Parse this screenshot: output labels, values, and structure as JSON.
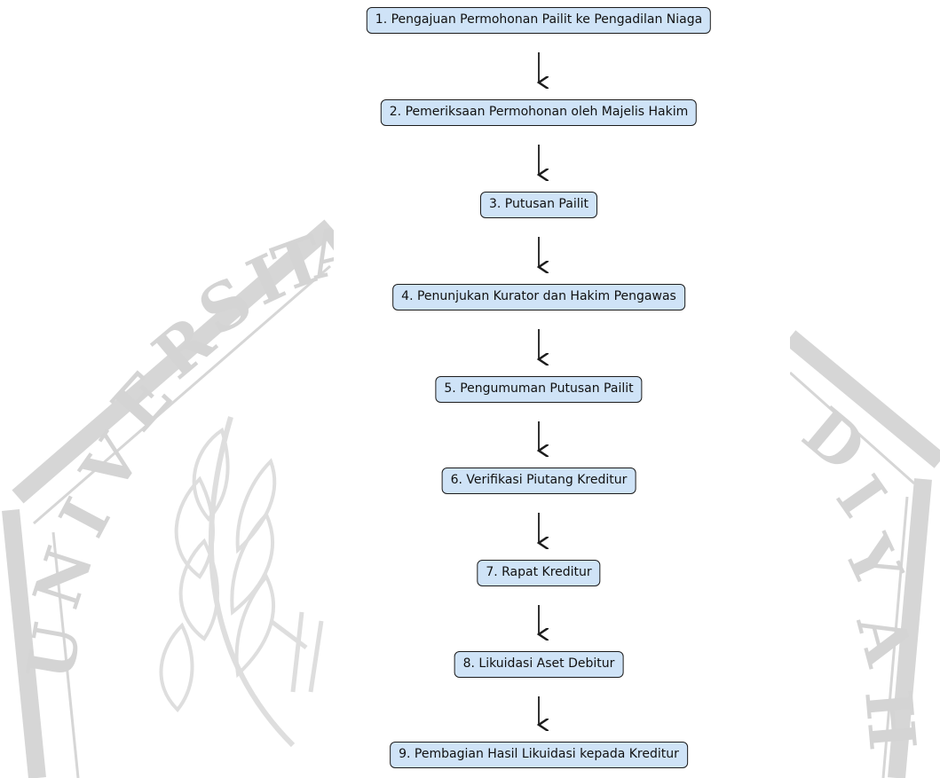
{
  "diagram": {
    "type": "vertical-flowchart",
    "colors": {
      "node_fill": "#cfe3f7",
      "node_border": "#1c1c1c",
      "arrow": "#1c1c1c",
      "watermark": "#dcdcdc"
    },
    "steps": [
      {
        "label": "1. Pengajuan Permohonan Pailit ke Pengadilan Niaga"
      },
      {
        "label": "2. Pemeriksaan Permohonan oleh Majelis Hakim"
      },
      {
        "label": "3. Putusan Pailit"
      },
      {
        "label": "4. Penunjukan Kurator dan Hakim Pengawas"
      },
      {
        "label": "5. Pengumuman Putusan Pailit"
      },
      {
        "label": "6. Verifikasi Piutang Kreditur"
      },
      {
        "label": "7. Rapat Kreditur"
      },
      {
        "label": "8. Likuidasi Aset Debitur"
      },
      {
        "label": "9. Pembagian Hasil Likuidasi kepada Kreditur"
      }
    ],
    "edges": [
      {
        "from": 1,
        "to": 2
      },
      {
        "from": 2,
        "to": 3
      },
      {
        "from": 3,
        "to": 4
      },
      {
        "from": 4,
        "to": 5
      },
      {
        "from": 5,
        "to": 6
      },
      {
        "from": 6,
        "to": 7
      },
      {
        "from": 7,
        "to": 8
      },
      {
        "from": 8,
        "to": 9
      }
    ]
  },
  "watermark": {
    "text": "UNIVERSITAS MUHAMMADIYAH",
    "image": "university-seal-logo"
  }
}
